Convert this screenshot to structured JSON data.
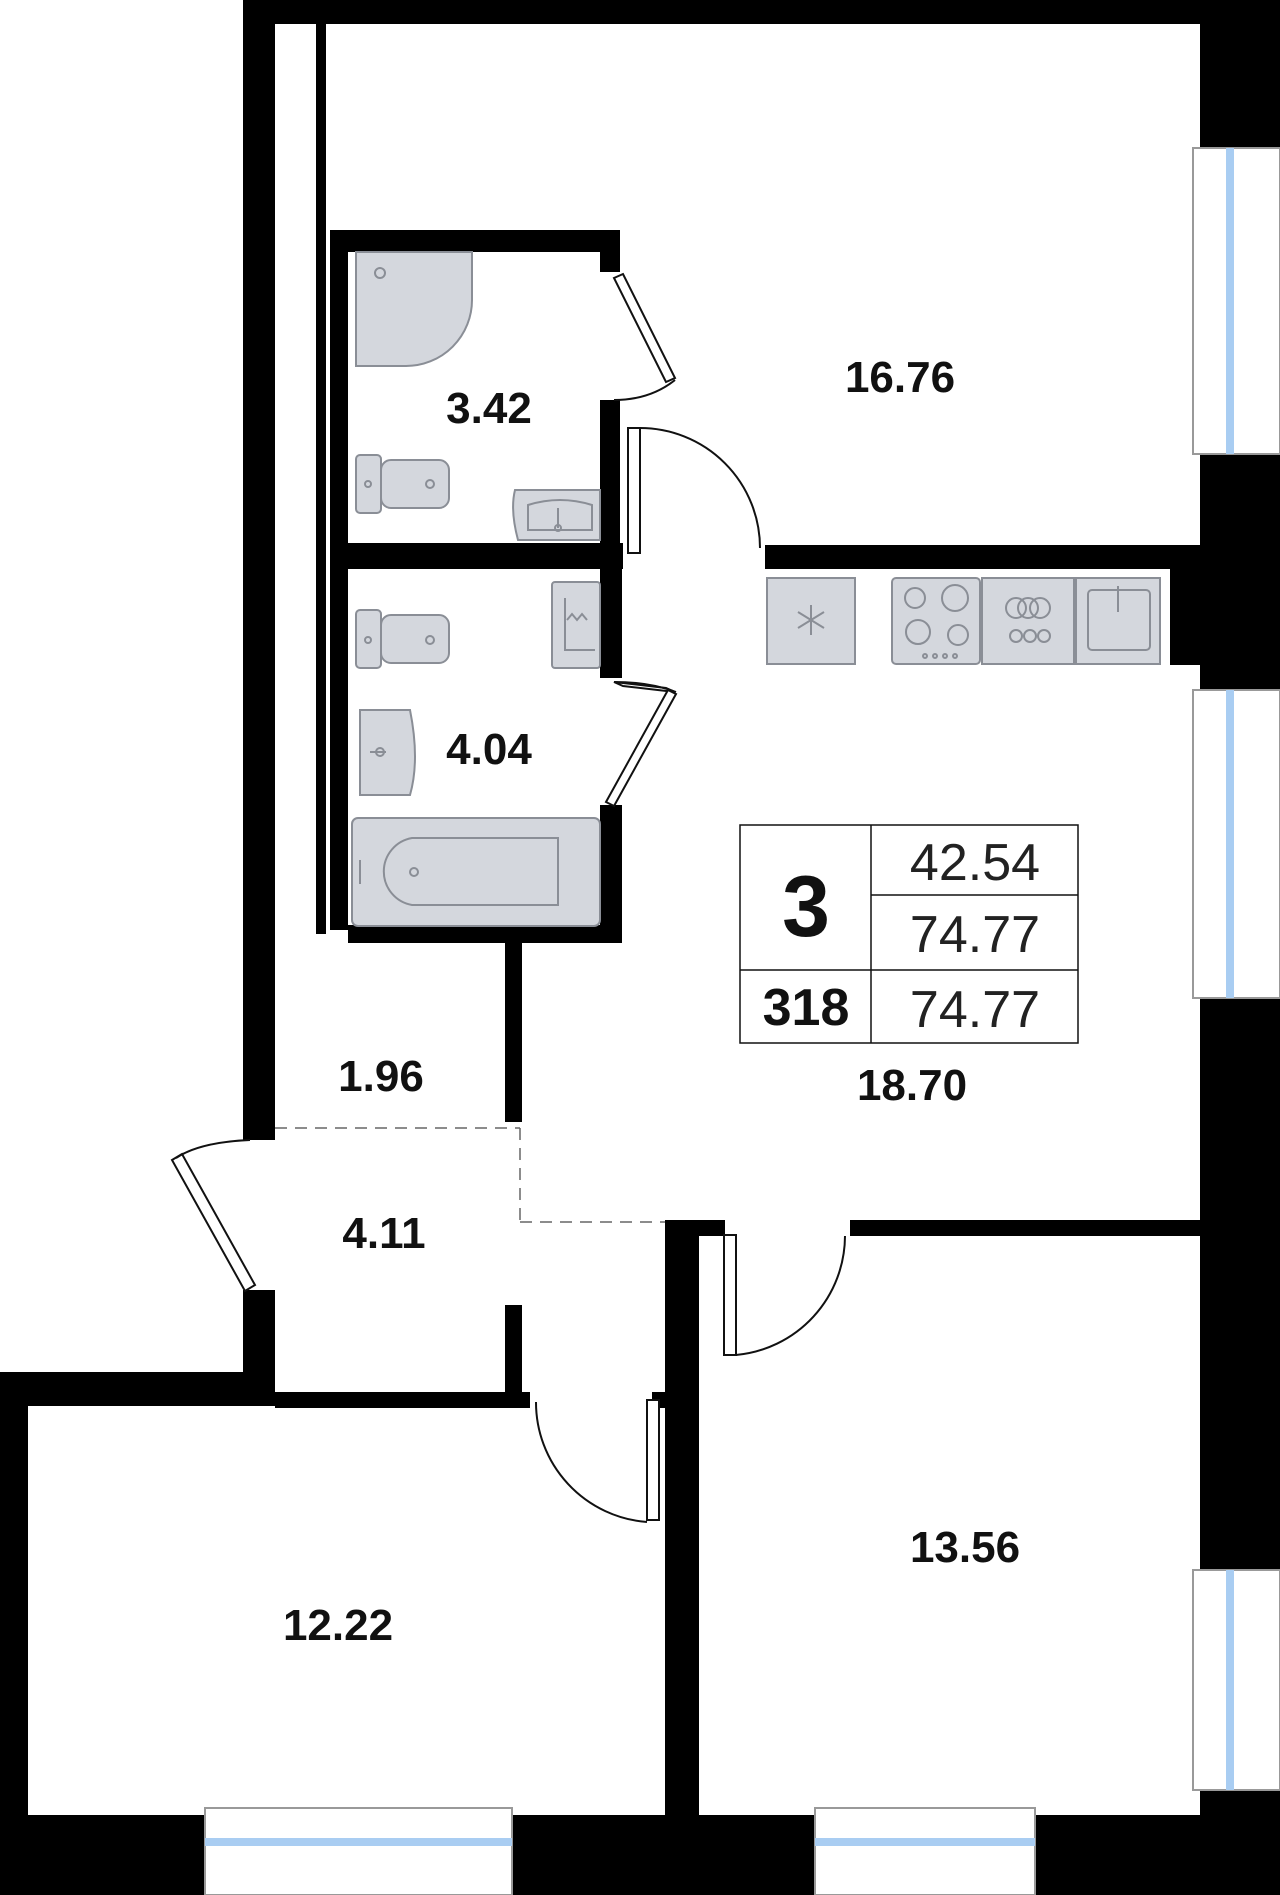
{
  "colors": {
    "wall": "#000000",
    "floor": "#ffffff",
    "fixture_fill": "#d4d7dd",
    "fixture_stroke": "#8a8e96",
    "window_glass": "#a9cdf2"
  },
  "rooms": {
    "living_top": "16.76",
    "bath_top": "3.42",
    "bath_bottom": "4.04",
    "corridor": "1.96",
    "hall": "4.11",
    "kitchen_living": "18.70",
    "bedroom_left": "12.22",
    "bedroom_right": "13.56"
  },
  "info": {
    "rooms_count": "3",
    "living_area": "42.54",
    "total_area": "74.77",
    "number": "318",
    "total_area_2": "74.77"
  },
  "icons": [
    "shower-icon",
    "toilet-icon",
    "sink-icon",
    "washing-machine-icon",
    "bathtub-icon",
    "fridge-icon",
    "stove-icon",
    "oven-icon",
    "kitchen-sink-icon"
  ]
}
